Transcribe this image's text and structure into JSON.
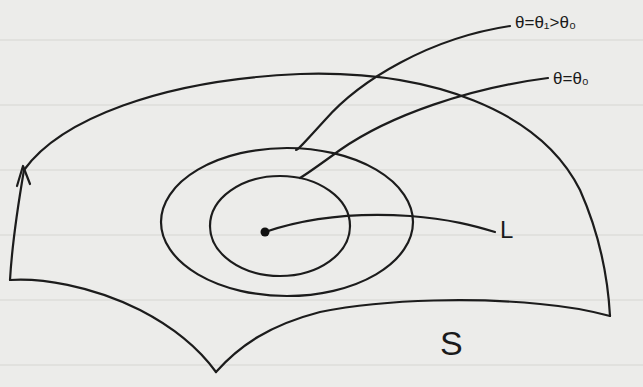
{
  "diagram": {
    "labels": [
      "θ=θ₁>θ₀",
      "θ=θ₀",
      "L",
      "S"
    ]
  }
}
